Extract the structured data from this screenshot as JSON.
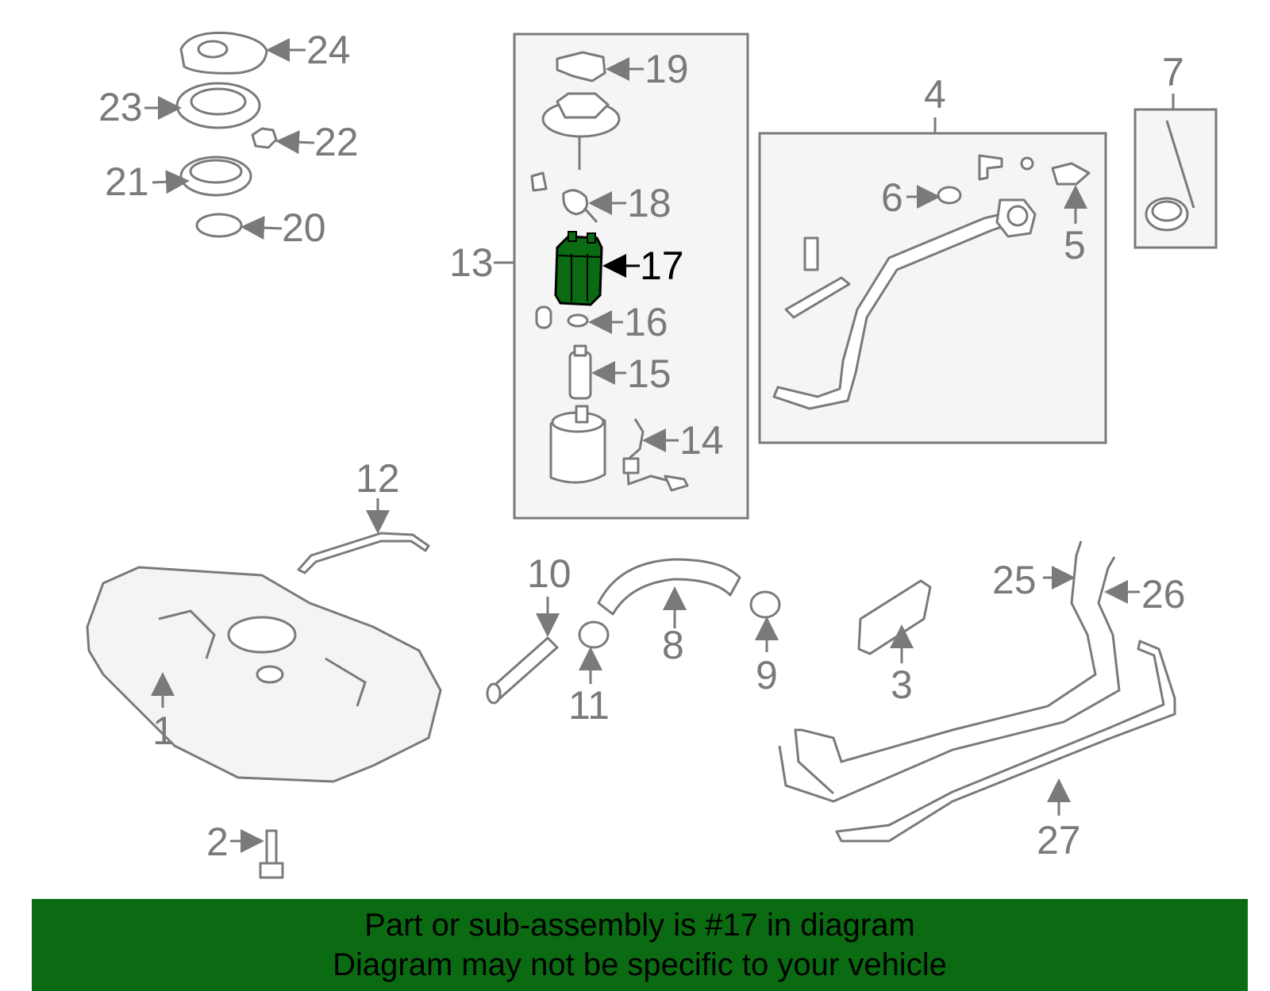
{
  "callouts": [
    {
      "id": "24",
      "text": "24"
    },
    {
      "id": "23",
      "text": "23"
    },
    {
      "id": "22",
      "text": "22"
    },
    {
      "id": "21",
      "text": "21"
    },
    {
      "id": "20",
      "text": "20"
    },
    {
      "id": "19",
      "text": "19"
    },
    {
      "id": "18",
      "text": "18"
    },
    {
      "id": "17",
      "text": "17"
    },
    {
      "id": "16",
      "text": "16"
    },
    {
      "id": "15",
      "text": "15"
    },
    {
      "id": "14",
      "text": "14"
    },
    {
      "id": "13",
      "text": "13"
    },
    {
      "id": "12",
      "text": "12"
    },
    {
      "id": "11",
      "text": "11"
    },
    {
      "id": "10",
      "text": "10"
    },
    {
      "id": "9",
      "text": "9"
    },
    {
      "id": "8",
      "text": "8"
    },
    {
      "id": "7",
      "text": "7"
    },
    {
      "id": "6",
      "text": "6"
    },
    {
      "id": "5",
      "text": "5"
    },
    {
      "id": "4",
      "text": "4"
    },
    {
      "id": "3",
      "text": "3"
    },
    {
      "id": "2",
      "text": "2"
    },
    {
      "id": "1",
      "text": "1"
    },
    {
      "id": "25",
      "text": "25"
    },
    {
      "id": "26",
      "text": "26"
    },
    {
      "id": "27",
      "text": "27"
    }
  ],
  "highlighted_part": "17",
  "highlight_color": "#0b6b12",
  "banner": {
    "line1": "Part or sub-assembly is #17 in diagram",
    "line2": "Diagram may not be specific to your vehicle"
  }
}
